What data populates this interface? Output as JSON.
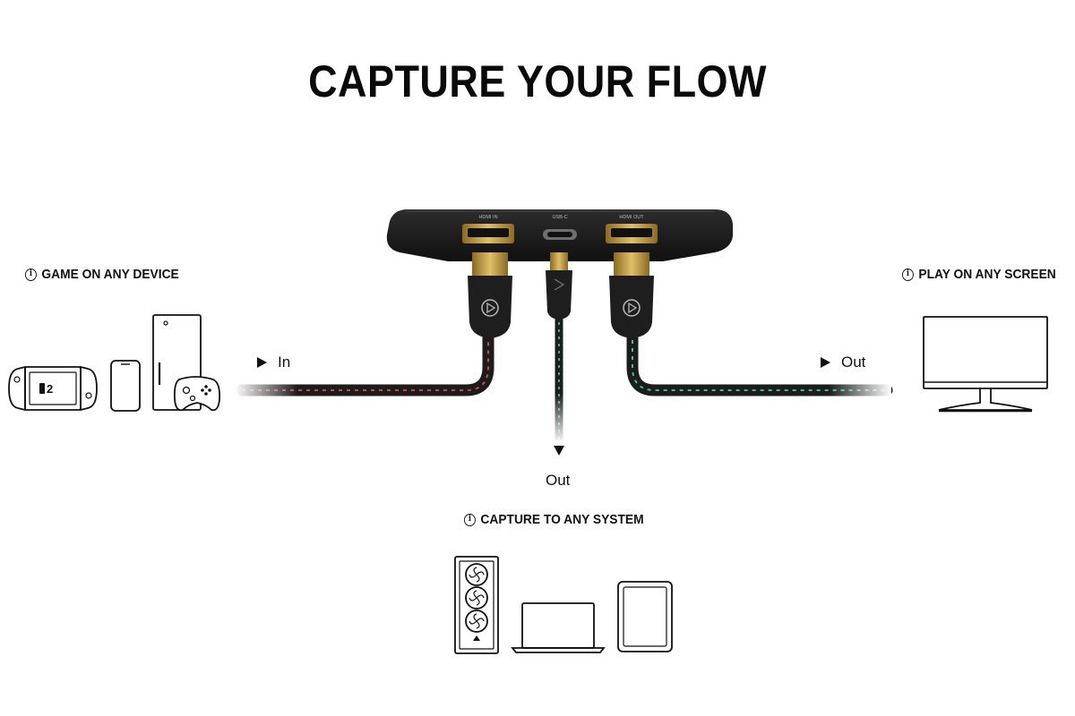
{
  "headline": "CAPTURE YOUR FLOW",
  "sections": {
    "game": "GAME ON ANY DEVICE",
    "play": "PLAY ON ANY SCREEN",
    "capture": "CAPTURE TO ANY SYSTEM"
  },
  "flow": {
    "in": "In",
    "out_right": "Out",
    "out_down": "Out"
  },
  "ports": {
    "hdmi_in": "HDMI IN",
    "usb_c": "USB-C",
    "hdmi_out": "HDMI OUT"
  },
  "colors": {
    "cable_in_dots": "#e2504f",
    "cable_out_dots": "#3fd39a",
    "device_body": "#1e1e1e",
    "gold": "#c8a24a"
  },
  "icons": {
    "info": "info-circle-icon",
    "source_devices": [
      "handheld-console-icon",
      "smartphone-icon",
      "game-console-icon",
      "gamepad-icon"
    ],
    "screen": "monitor-icon",
    "systems": [
      "pc-tower-icon",
      "laptop-icon",
      "tablet-icon"
    ]
  }
}
